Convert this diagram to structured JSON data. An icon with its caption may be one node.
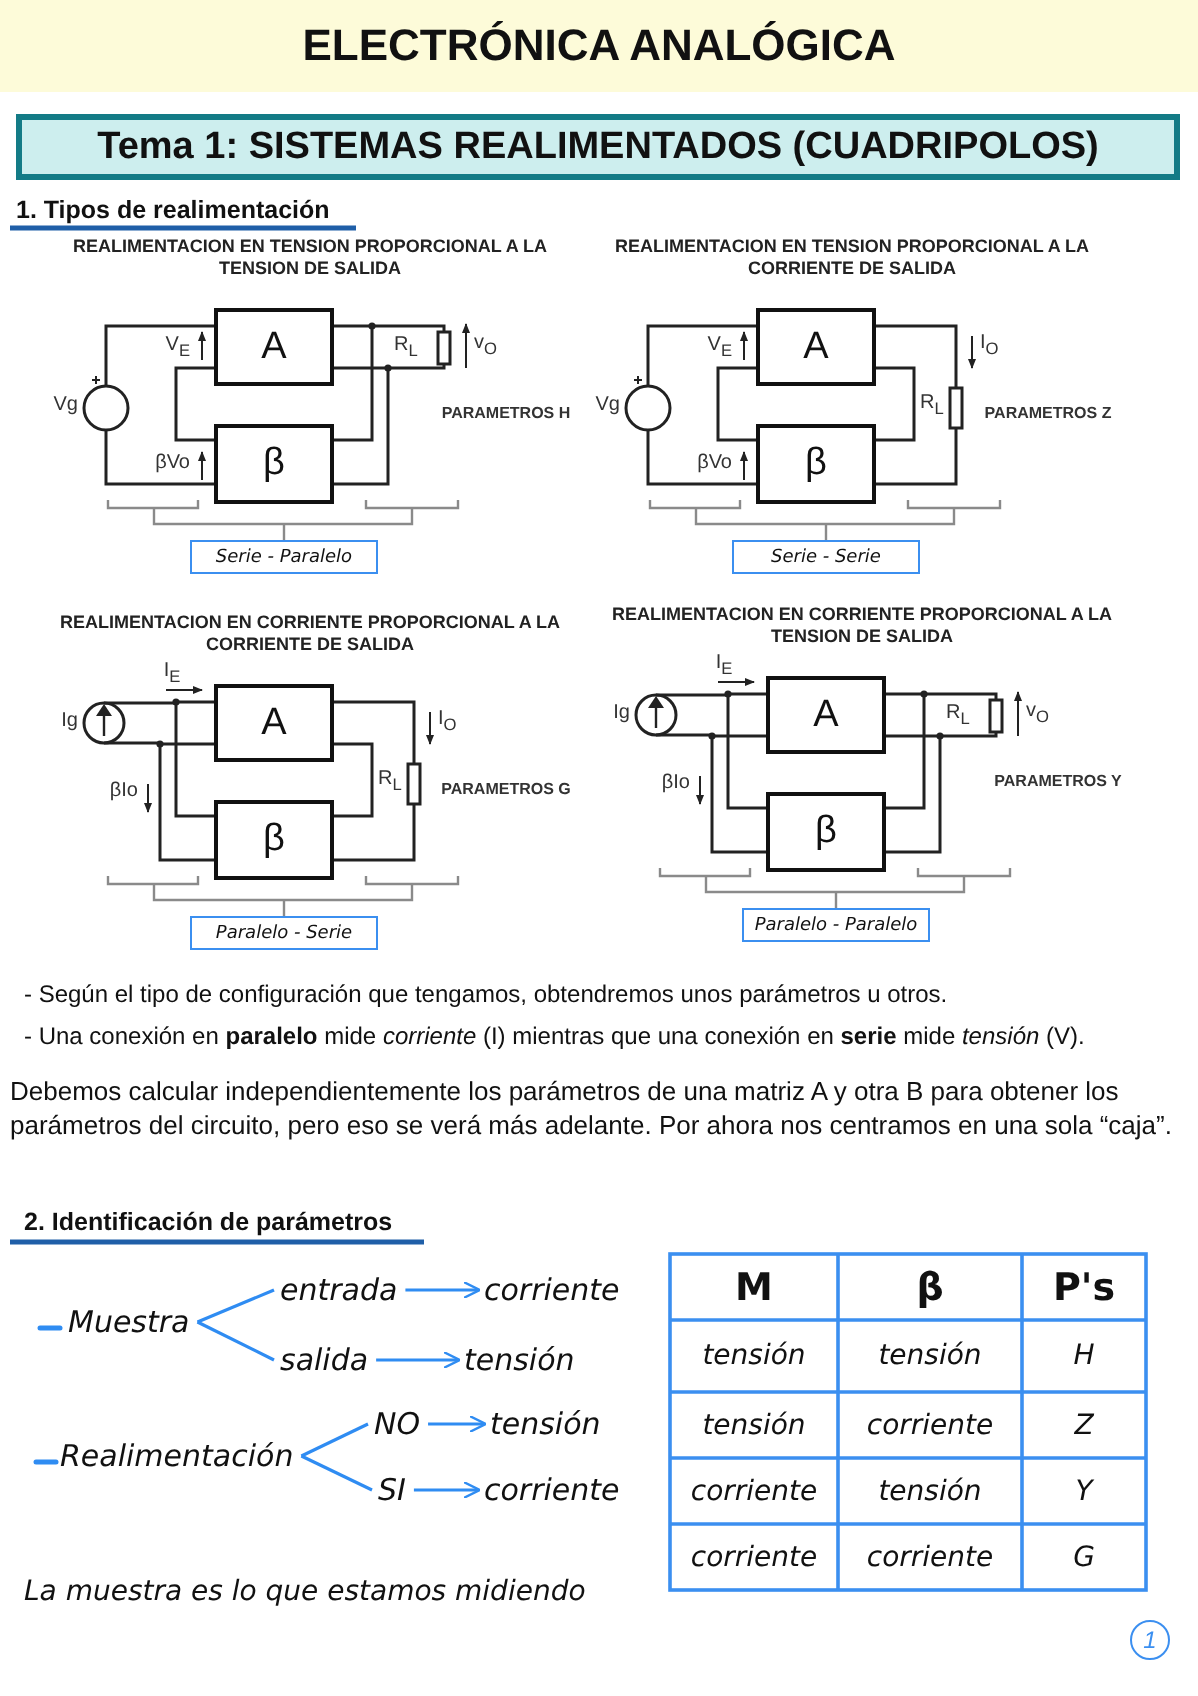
{
  "diagram": {
    "title": "ELECTRÓNICA ANALÓGICA",
    "nodes": [
      {
        "text": [
          "Tema 1: SISTEMAS REALIMENTADOS (CUADRIPOLOS)"
        ]
      },
      {
        "text": [
          "A"
        ]
      },
      {
        "text": [
          "β"
        ]
      },
      {
        "text": [
          "Serie - Paralelo"
        ]
      },
      {
        "text": [
          "A"
        ]
      },
      {
        "text": [
          "β"
        ]
      },
      {
        "text": [
          "Serie - Serie"
        ]
      },
      {
        "text": [
          "A"
        ]
      },
      {
        "text": [
          "β"
        ]
      },
      {
        "text": [
          "Paralelo - Serie"
        ]
      },
      {
        "text": [
          "A"
        ]
      },
      {
        "text": [
          "β"
        ]
      },
      {
        "text": [
          "Paralelo - Paralelo"
        ]
      },
      {
        "text": [
          "Muestra"
        ]
      },
      {
        "text": [
          "entrada"
        ]
      },
      {
        "text": [
          "corriente"
        ]
      },
      {
        "text": [
          "salida"
        ]
      },
      {
        "text": [
          "tensión"
        ]
      },
      {
        "text": [
          "Realimentación"
        ]
      },
      {
        "text": [
          "NO"
        ]
      },
      {
        "text": [
          "tensión"
        ]
      },
      {
        "text": [
          "SI"
        ]
      },
      {
        "text": [
          "corriente"
        ]
      }
    ],
    "edges": [
      {
        "from": 1,
        "to": 2,
        "arrow": "none"
      },
      {
        "from": 1,
        "to": 2,
        "arrow": "none"
      },
      {
        "from": 1,
        "to": 2,
        "arrow": "none"
      },
      {
        "from": 4,
        "to": 5,
        "arrow": "none"
      },
      {
        "from": 4,
        "to": 5,
        "arrow": "none"
      },
      {
        "from": 7,
        "to": 8,
        "arrow": "none"
      },
      {
        "from": 7,
        "to": 8,
        "arrow": "none"
      },
      {
        "from": 7,
        "to": 8,
        "arrow": "none"
      },
      {
        "from": 10,
        "to": 11,
        "arrow": "none"
      },
      {
        "from": 10,
        "to": 11,
        "arrow": "none"
      },
      {
        "from": 10,
        "to": 11,
        "arrow": "none"
      },
      {
        "from": 10,
        "to": 11,
        "arrow": "none"
      },
      {
        "from": 13,
        "to": 14,
        "arrow": "none",
        "color": "#2f8cf2"
      },
      {
        "from": 13,
        "to": 16,
        "arrow": "none",
        "color": "#2f8cf2"
      },
      {
        "from": 14,
        "to": 15,
        "arrow": "to",
        "color": "#2f8cf2"
      },
      {
        "from": 16,
        "to": 17,
        "arrow": "to",
        "color": "#2f8cf2"
      },
      {
        "from": 18,
        "to": 19,
        "arrow": "none",
        "color": "#2f8cf2"
      },
      {
        "from": 18,
        "to": 21,
        "arrow": "none",
        "color": "#2f8cf2"
      },
      {
        "from": 19,
        "to": 20,
        "arrow": "to",
        "color": "#2f8cf2"
      },
      {
        "from": 21,
        "to": 22,
        "arrow": "to",
        "color": "#2f8cf2"
      }
    ],
    "labels": [
      "1. Tipos de realimentación",
      "REALIMENTACION EN TENSION PROPORCIONAL A LA TENSION DE SALIDA",
      "REALIMENTACION EN TENSION PROPORCIONAL A LA CORRIENTE DE SALIDA",
      "V$_{E}$",
      "Vg",
      "βVo",
      "R$_{L}$",
      "v$_{O}$",
      "PARAMETROS H",
      "V$_{E}$",
      "I$_{O}$",
      "Vg",
      "R$_{L}$",
      "βVo",
      "PARAMETROS Z",
      "REALIMENTACION EN CORRIENTE PROPORCIONAL A LA CORRIENTE DE SALIDA",
      "REALIMENTACION EN CORRIENTE PROPORCIONAL A LA TENSION DE SALIDA",
      "I$_{E}$",
      "Ig",
      "I$_{O}$",
      "βIo",
      "R$_{L}$",
      "PARAMETROS G",
      "I$_{E}$",
      "Ig",
      "R$_{L}$",
      "v$_{O}$",
      "βIo",
      "PARAMETROS Y",
      "- Según el tipo de configuración que tengamos, obtendremos unos parámetros u otros.",
      "- Una conexión en **paralelo** mide *corriente* (I) mientras que una conexión en **serie** mide *tensión* (V).",
      "Debemos calcular independientemente los parámetros de una matriz A y otra B para obtener los parámetros del circuito, pero eso se verá más adelante. Por ahora nos centramos en una sola “caja”.",
      "2. Identificación de parámetros",
      "M",
      "β",
      "P's",
      "tensión",
      "tensión",
      "H",
      "tensión",
      "corriente",
      "Z",
      "corriente",
      "tensión",
      "Y",
      "corriente",
      "corriente",
      "G",
      "La muestra es lo que estamos midiendo",
      "1"
    ]
  }
}
